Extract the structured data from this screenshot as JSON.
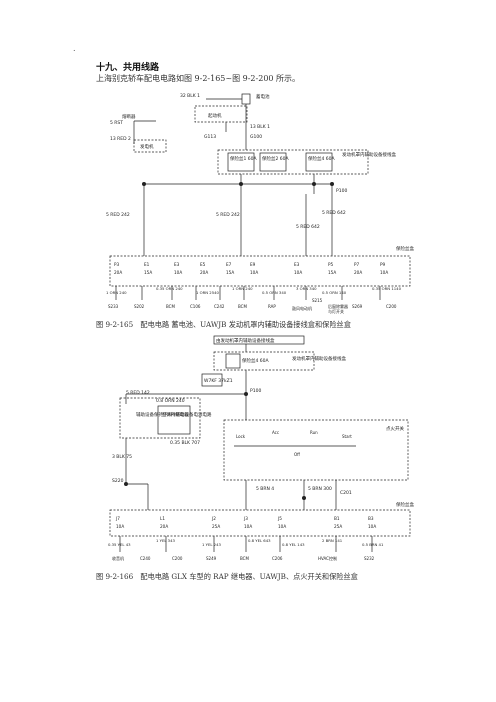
{
  "page": {
    "dot": ".",
    "heading": "十九、共用线路",
    "intro": "上海别克轿车配电电路如图 9-2-165~图 9-2-200 所示。"
  },
  "figures": [
    {
      "caption": "图 9-2-165　配电电路 蓄电池、UAWJB 发动机罩内辅助设备接线盒和保险丝盒",
      "labels": {
        "battery": "蓄电池",
        "starter": "起动机",
        "fusible_link": "熔断器",
        "generator": "发电机",
        "underhood_box": "发动机罩内辅助设备接线盒",
        "maxi_fuse_1": "保险丝1 60A",
        "maxi_fuse_2": "保险丝2 60A",
        "maxi_fuse_3": "保险丝4 60A",
        "fuse_box": "保险丝盒",
        "ground_1": "G113",
        "ground_2": "G100",
        "splice": "P100",
        "wire_a": "32 BLK 1",
        "wire_b": "5 RST",
        "wire_c": "13 RED 2",
        "wire_d": "5 RED 242",
        "wire_e": "5 RED 642",
        "wire_f": "13 BLK 1",
        "fuse_row": [
          "P3",
          "E1",
          "E3",
          "E5",
          "E7",
          "E9",
          "E3",
          "P5",
          "P7",
          "P9"
        ],
        "amp_row": [
          "20A",
          "15A",
          "10A",
          "20A",
          "15A",
          "10A",
          "10A",
          "15A",
          "20A",
          "10A"
        ],
        "bottom_wires": [
          "1 ORN 240",
          "0.35 ORN 240",
          "0.5 ORN 340",
          "1 ORN 2540",
          "1 ORN 240",
          "0.5 ORN 240",
          "3 ORN 340",
          "0.5 ORN 140",
          "0.35 ORN 1140"
        ],
        "bottom_conn": [
          "S233",
          "S202",
          "BCM",
          "C106",
          "C242",
          "BCM",
          "RAP",
          "S215",
          "S269",
          "C200"
        ],
        "bottom_extra": [
          "鼓风电动机",
          "后窗除雾器",
          "与灯开关"
        ]
      }
    },
    {
      "caption": "图 9-2-166　配电电路 GLX 车型的 RAP 继电器、UAWJB、点火开关和保险丝盒",
      "labels": {
        "top_box": "由发动机罩内辅助设备接线盒",
        "fuse": "保险丝4 60A",
        "underhood": "发动机罩内辅助设备接线盒",
        "pin_label": "W7KF 37kZ1",
        "splice": "P100",
        "relay": "辅助设备保持(RAP)继电器",
        "relay_ctrl": "至保持辅助设备电源电路",
        "ignition": "点火开关",
        "fuse_box": "保险丝盒",
        "wire_a": "5 RED 142",
        "wire_b": "0.8 ORN 240",
        "wire_c": "3 BLK 75",
        "wire_d": "0.35 BLK 707",
        "wire_e": "5 BRN 300",
        "wire_f": "5 BRN 4",
        "splice_s220": "S220",
        "conn_c201": "C201",
        "fuse_row": [
          "J7",
          "L1",
          "J2",
          "J3",
          "J5",
          "B1",
          "B3"
        ],
        "amp_row": [
          "10A",
          "20A",
          "25A",
          "10A",
          "10A",
          "25A",
          "10A"
        ],
        "bottom_wires": [
          "0.35 YEL 43",
          "1 YEL 343",
          "1 YEL 243",
          "0.8 YEL 643",
          "0.8 YEL 143",
          "2 BRN 141",
          "0.5 BRN 41"
        ],
        "bottom_conn": [
          "收音机",
          "C240",
          "C200",
          "S249",
          "BCM",
          "C206",
          "HVAC控制",
          "S232"
        ],
        "ign_positions": [
          "Off",
          "Lock",
          "Acc",
          "Run",
          "Start"
        ]
      }
    }
  ]
}
